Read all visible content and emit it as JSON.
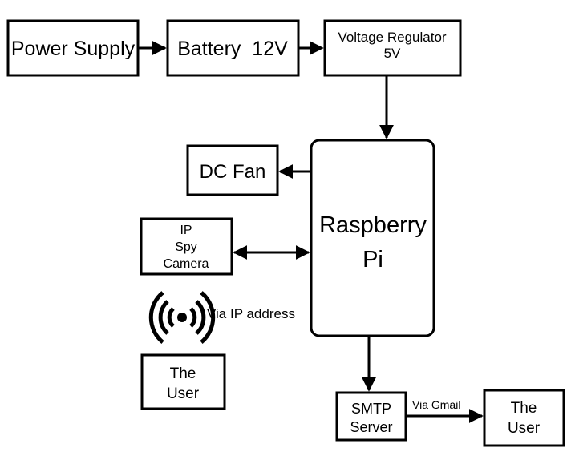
{
  "blocks": {
    "power_supply": "Power Supply",
    "battery": "Battery  12V",
    "regulator_line1": "Voltage Regulator",
    "regulator_line2": "5V",
    "dc_fan": "DC Fan",
    "camera_line1": "IP",
    "camera_line2": "Spy",
    "camera_line3": "Camera",
    "raspberry_line1": "Raspberry",
    "raspberry_line2": "Pi",
    "user_left_line1": "The",
    "user_left_line2": "User",
    "smtp_line1": "SMTP",
    "smtp_line2": "Server",
    "user_right_line1": "The",
    "user_right_line2": "User"
  },
  "labels": {
    "via_ip": "Via IP address",
    "via_gmail": "Via Gmail"
  },
  "icons": {
    "wireless": "wireless-signal-icon"
  }
}
